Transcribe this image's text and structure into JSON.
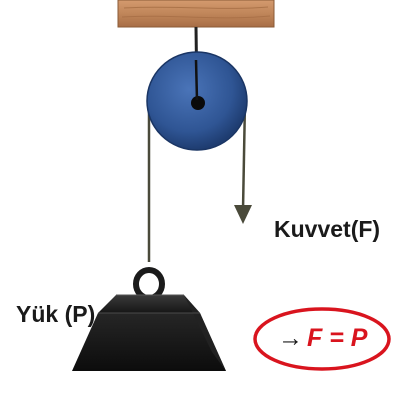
{
  "labels": {
    "force": "Kuvvet(F)",
    "load": "Yük (P)"
  },
  "formula": {
    "arrow": "→",
    "text": "F = P"
  },
  "colors": {
    "ceiling": "#c0865a",
    "pulley": "#2f5594",
    "rope": "#4a4a3a",
    "weight": "#1b1b1b",
    "formula_accent": "#d9141e"
  }
}
